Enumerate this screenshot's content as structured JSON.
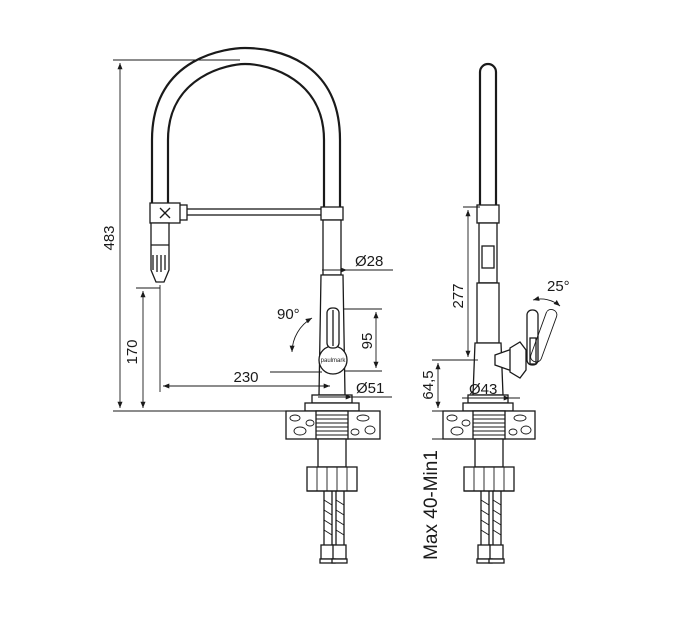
{
  "dimensions": {
    "total_height": "483",
    "spout_height": "170",
    "spout_reach": "230",
    "body_height": "95",
    "swivel_angle": "90°",
    "tube_diameter": "Ø28",
    "base_diameter": "Ø51",
    "side_height": "277",
    "lever_angle": "25°",
    "side_base_height": "64,5",
    "side_diameter": "Ø43",
    "deck_thickness": "Max 40-Min1"
  },
  "brand": {
    "name": "paulmark"
  }
}
